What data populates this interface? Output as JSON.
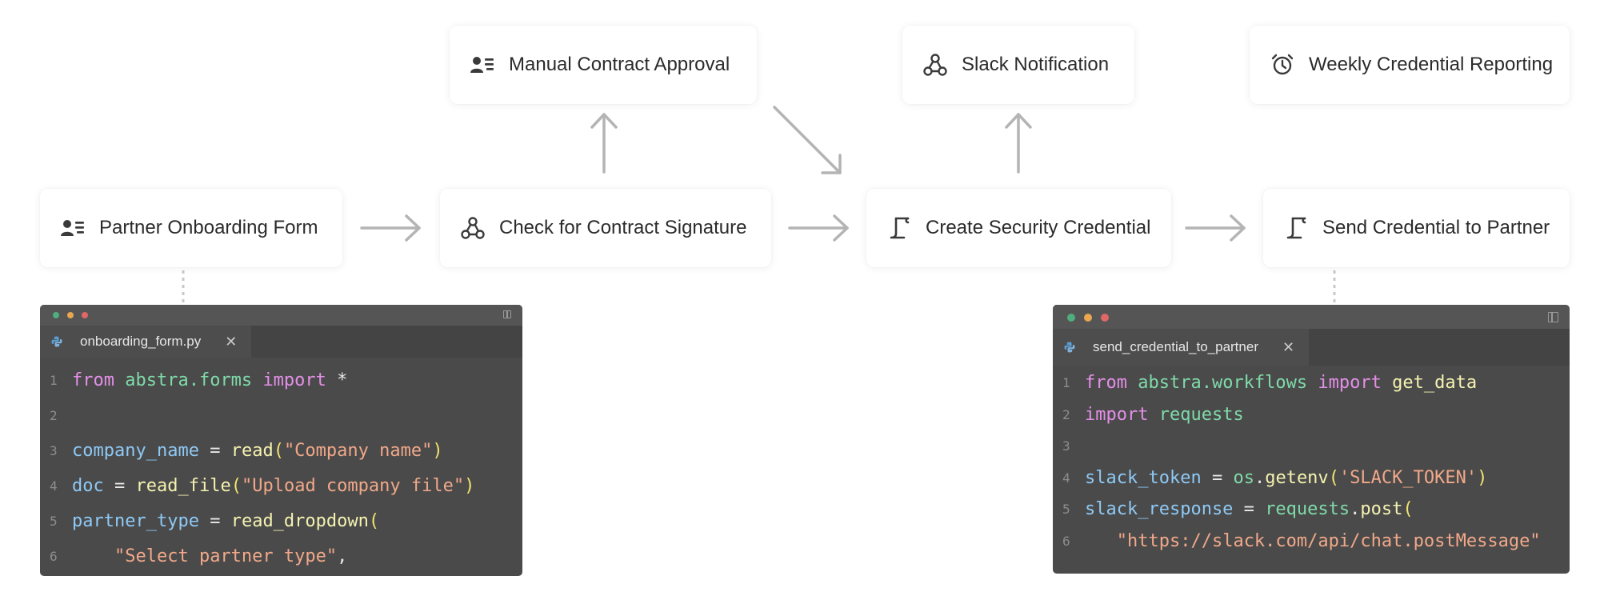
{
  "nodes": {
    "partner_onboarding_form": "Partner Onboarding Form",
    "check_contract_signature": "Check for Contract Signature",
    "create_security_credential": "Create Security Credential",
    "send_credential_to_partner": "Send Credential to Partner",
    "manual_contract_approval": "Manual Contract Approval",
    "slack_notification": "Slack Notification",
    "weekly_credential_reporting": "Weekly Credential Reporting"
  },
  "icons": {
    "form": "person-list-icon",
    "webhook": "webhook-icon",
    "script": "script-icon",
    "clock": "alarm-clock-icon",
    "python": "python-icon"
  },
  "colors": {
    "arrow": "#b4b4b4",
    "editor_bg": "#4a4a4a",
    "keyword": "#e48fe8",
    "module": "#7fdaa9",
    "variable": "#8ec9f5",
    "function": "#f5f2b0",
    "string": "#f1a889",
    "dot_green": "#4fae7e",
    "dot_orange": "#e9a74f",
    "dot_red": "#e06767"
  },
  "editor_left": {
    "filename": "onboarding_form.py",
    "close_glyph": "✕",
    "lines": [
      {
        "n": "1",
        "t": [
          "from",
          " ",
          "abstra.forms",
          " ",
          "import",
          " *"
        ]
      },
      {
        "n": "2",
        "t": []
      },
      {
        "n": "3",
        "t": [
          "company_name",
          " = ",
          "read",
          "(",
          "\"Company name\"",
          ")"
        ]
      },
      {
        "n": "4",
        "t": [
          "doc",
          " = ",
          "read_file",
          "(",
          "\"Upload company file\"",
          ")"
        ]
      },
      {
        "n": "5",
        "t": [
          "partner_type",
          " = ",
          "read_dropdown",
          "("
        ]
      },
      {
        "n": "6",
        "t": [
          "    ",
          "\"Select partner type\"",
          ","
        ]
      }
    ]
  },
  "editor_right": {
    "filename": "send_credential_to_partner",
    "close_glyph": "✕",
    "lines": [
      {
        "n": "1",
        "t": [
          "from",
          " ",
          "abstra.workflows",
          " ",
          "import",
          " ",
          "get_data"
        ]
      },
      {
        "n": "2",
        "t": [
          "import",
          " ",
          "requests"
        ]
      },
      {
        "n": "3",
        "t": []
      },
      {
        "n": "4",
        "t": [
          "slack_token",
          " = ",
          "os",
          ".",
          "getenv",
          "(",
          "'SLACK_TOKEN'",
          ")"
        ]
      },
      {
        "n": "5",
        "t": [
          "slack_response",
          " = ",
          "requests",
          ".",
          "post",
          "("
        ]
      },
      {
        "n": "6",
        "t": [
          "   ",
          "\"https://slack.com/api/chat.postMessage\""
        ]
      }
    ]
  }
}
